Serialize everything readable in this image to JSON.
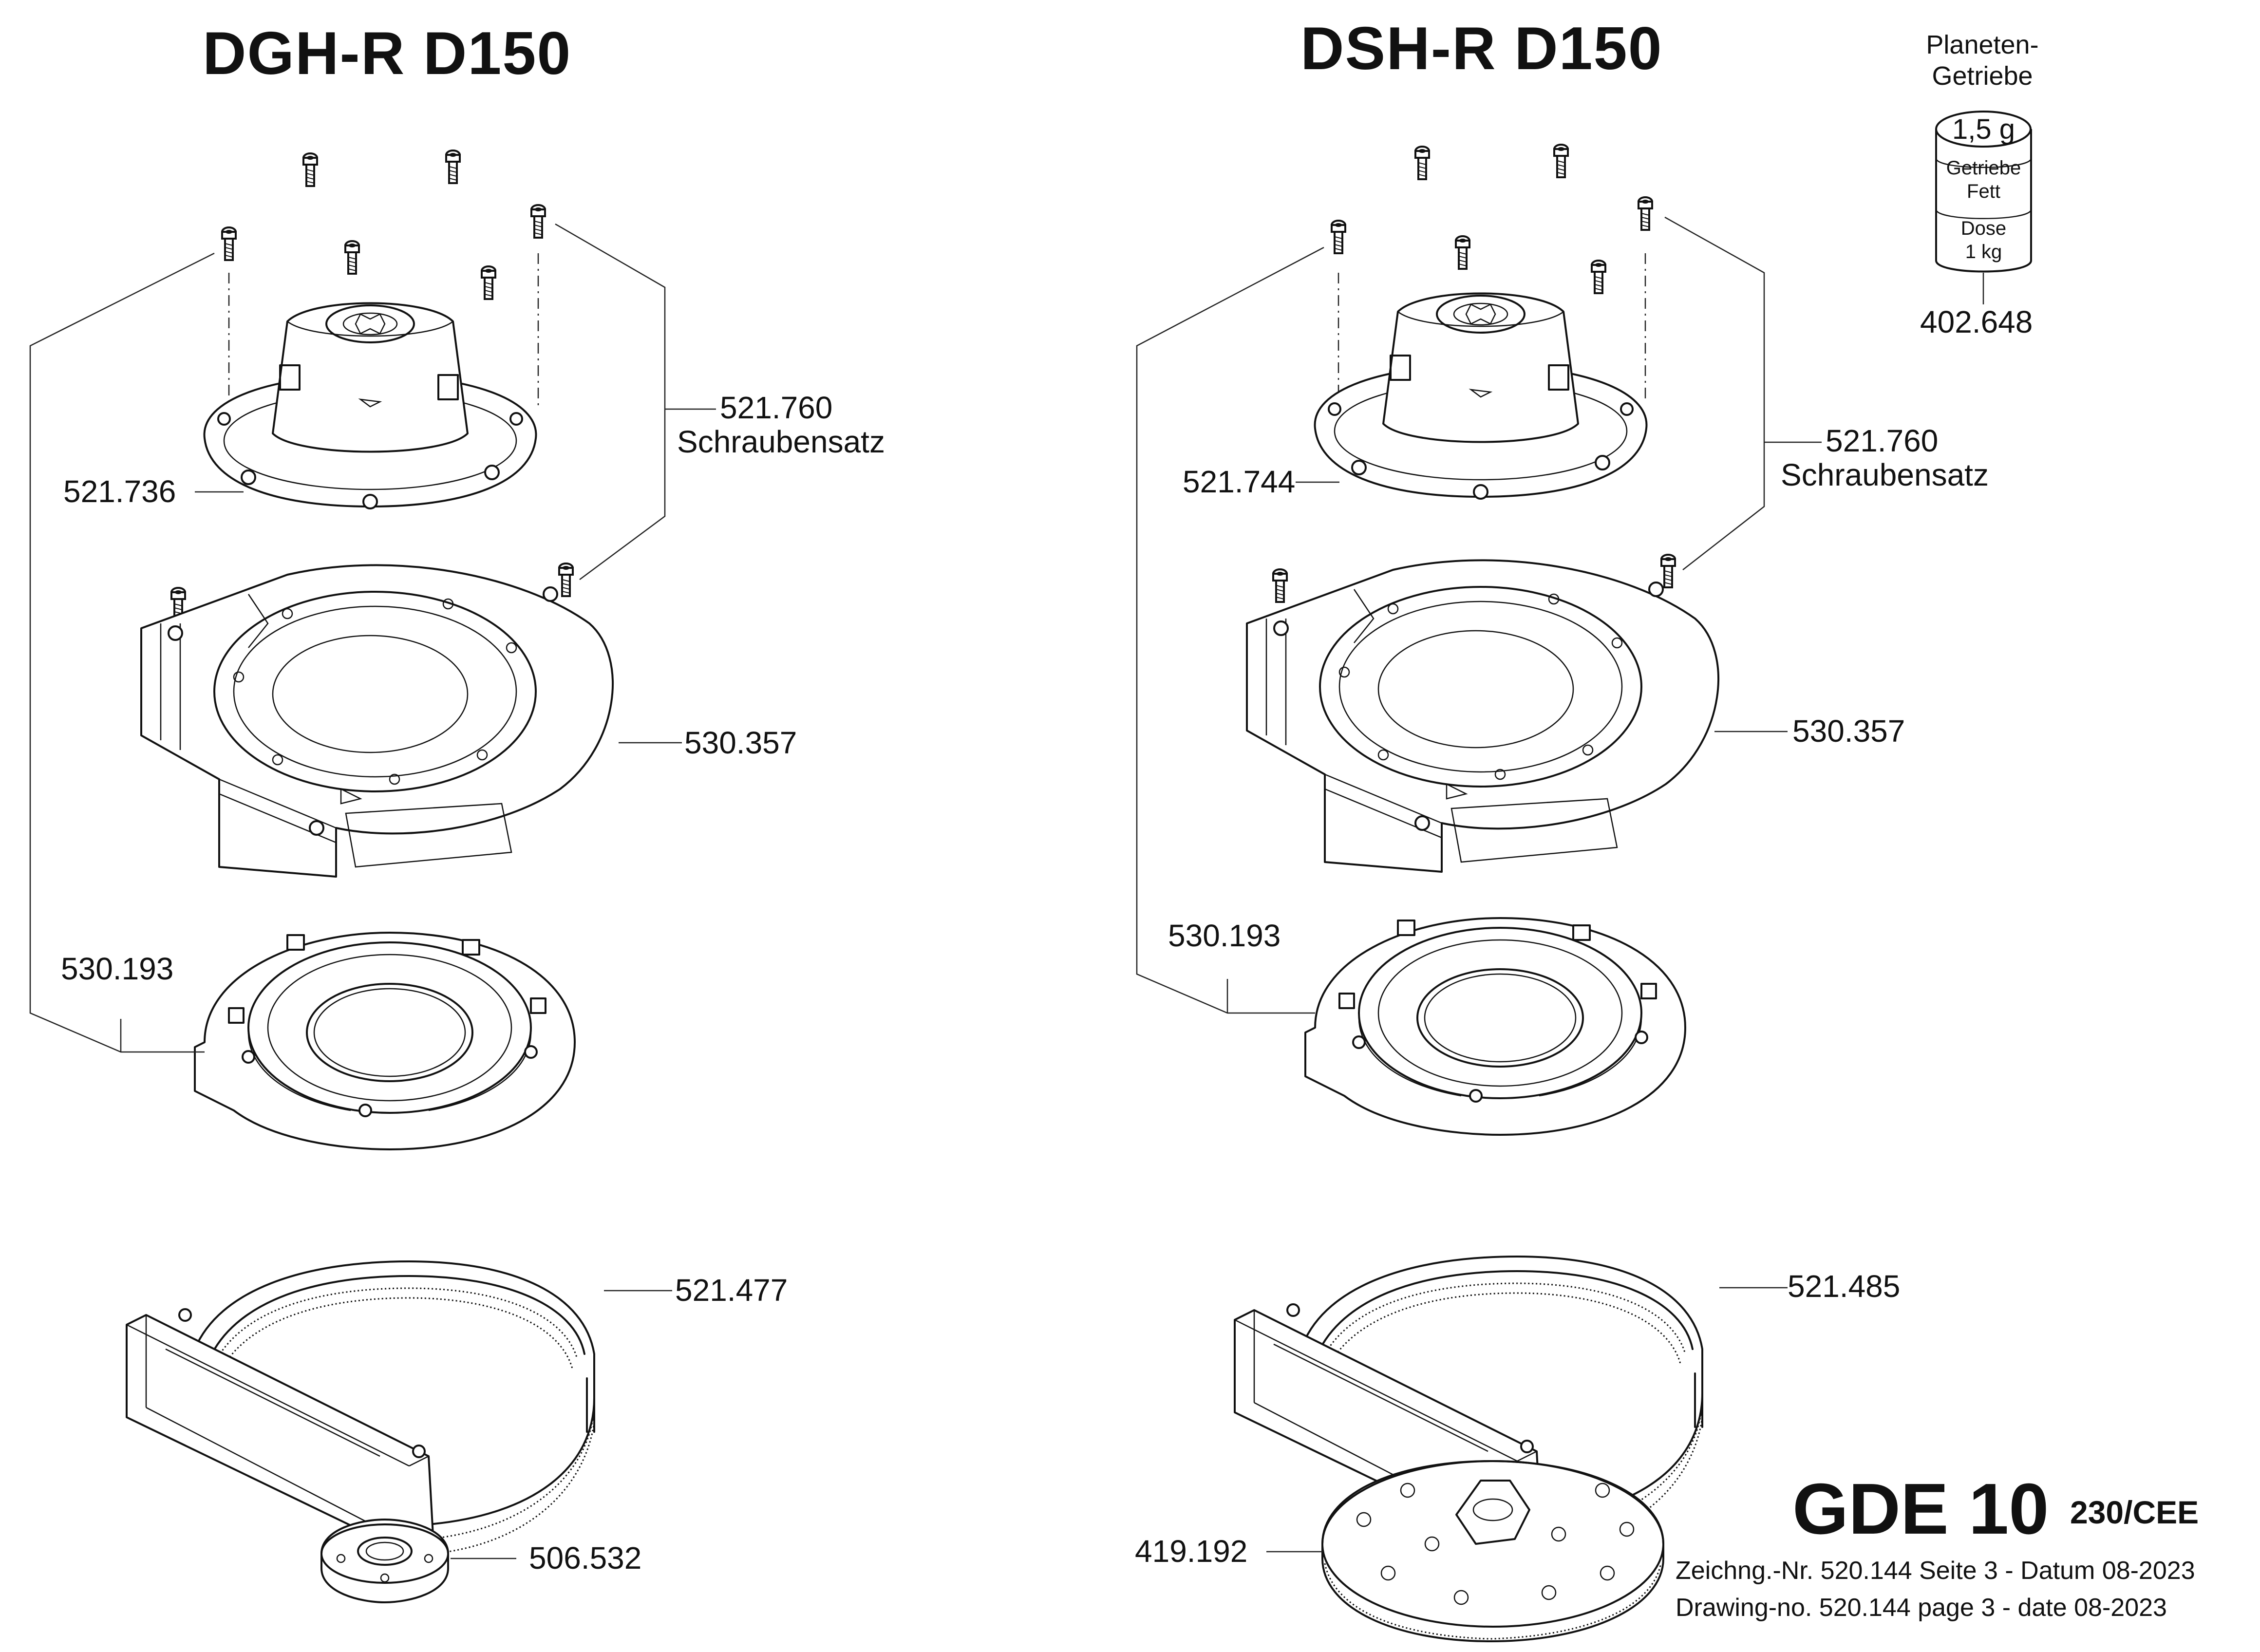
{
  "titles": {
    "left": "DGH-R  D150",
    "right": "DSH-R  D150"
  },
  "grease": {
    "heading_line1": "Planeten-",
    "heading_line2": "Getriebe",
    "amount": "1,5 g",
    "type_line1": "Getriebe",
    "type_line2": "Fett",
    "pack_line1": "Dose",
    "pack_line2": "1 kg",
    "part_no": "402.648"
  },
  "left_parts": {
    "screw_set_no": "521.760",
    "screw_set_name": "Schraubensatz",
    "head": "521.736",
    "housing": "530.357",
    "ring": "530.193",
    "brush": "521.477",
    "flange_nut": "506.532"
  },
  "right_parts": {
    "screw_set_no": "521.760",
    "screw_set_name": "Schraubensatz",
    "head": "521.744",
    "housing": "530.357",
    "ring": "530.193",
    "brush": "521.485",
    "backing_pad": "419.192"
  },
  "model": {
    "name": "GDE 10",
    "voltage": "230/CEE"
  },
  "footer": {
    "line_de": "Zeichng.-Nr. 520.144  Seite 3 - Datum 08-2023",
    "line_en": "Drawing-no. 520.144  page 3 - date  08-2023"
  }
}
